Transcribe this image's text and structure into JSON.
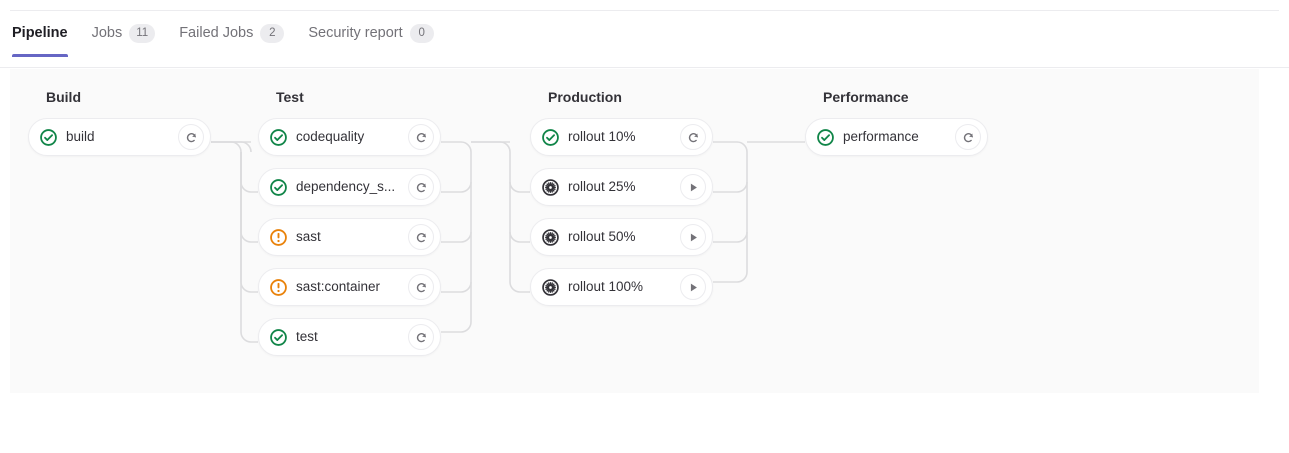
{
  "tabs": [
    {
      "label": "Pipeline",
      "badge": null,
      "active": true,
      "name": "tab-pipeline"
    },
    {
      "label": "Jobs",
      "badge": "11",
      "active": false,
      "name": "tab-jobs"
    },
    {
      "label": "Failed Jobs",
      "badge": "2",
      "active": false,
      "name": "tab-failed-jobs"
    },
    {
      "label": "Security report",
      "badge": "0",
      "active": false,
      "name": "tab-security-report"
    }
  ],
  "colors": {
    "accent": "#6666c4",
    "success": "#108548",
    "warning": "#e9820a",
    "manual": "#333238",
    "canvas": "#fafafa",
    "border": "#ececef",
    "connector": "#dcdcde"
  },
  "pipeline": {
    "stages": [
      {
        "title": "Build",
        "jobs": [
          {
            "name": "build",
            "status": "success",
            "status_icon": "status-success-icon",
            "action": "retry",
            "action_icon": "retry-icon"
          }
        ]
      },
      {
        "title": "Test",
        "jobs": [
          {
            "name": "codequality",
            "status": "success",
            "status_icon": "status-success-icon",
            "action": "retry",
            "action_icon": "retry-icon"
          },
          {
            "name": "dependency_s...",
            "status": "success",
            "status_icon": "status-success-icon",
            "action": "retry",
            "action_icon": "retry-icon"
          },
          {
            "name": "sast",
            "status": "warning",
            "status_icon": "status-warning-icon",
            "action": "retry",
            "action_icon": "retry-icon"
          },
          {
            "name": "sast:container",
            "status": "warning",
            "status_icon": "status-warning-icon",
            "action": "retry",
            "action_icon": "retry-icon"
          },
          {
            "name": "test",
            "status": "success",
            "status_icon": "status-success-icon",
            "action": "retry",
            "action_icon": "retry-icon"
          }
        ]
      },
      {
        "title": "Production",
        "jobs": [
          {
            "name": "rollout 10%",
            "status": "success",
            "status_icon": "status-success-icon",
            "action": "retry",
            "action_icon": "retry-icon"
          },
          {
            "name": "rollout 25%",
            "status": "manual",
            "status_icon": "status-manual-icon",
            "action": "play",
            "action_icon": "play-icon"
          },
          {
            "name": "rollout 50%",
            "status": "manual",
            "status_icon": "status-manual-icon",
            "action": "play",
            "action_icon": "play-icon"
          },
          {
            "name": "rollout 100%",
            "status": "manual",
            "status_icon": "status-manual-icon",
            "action": "play",
            "action_icon": "play-icon"
          }
        ]
      },
      {
        "title": "Performance",
        "jobs": [
          {
            "name": "performance",
            "status": "success",
            "status_icon": "status-success-icon",
            "action": "retry",
            "action_icon": "retry-icon"
          }
        ]
      }
    ]
  }
}
